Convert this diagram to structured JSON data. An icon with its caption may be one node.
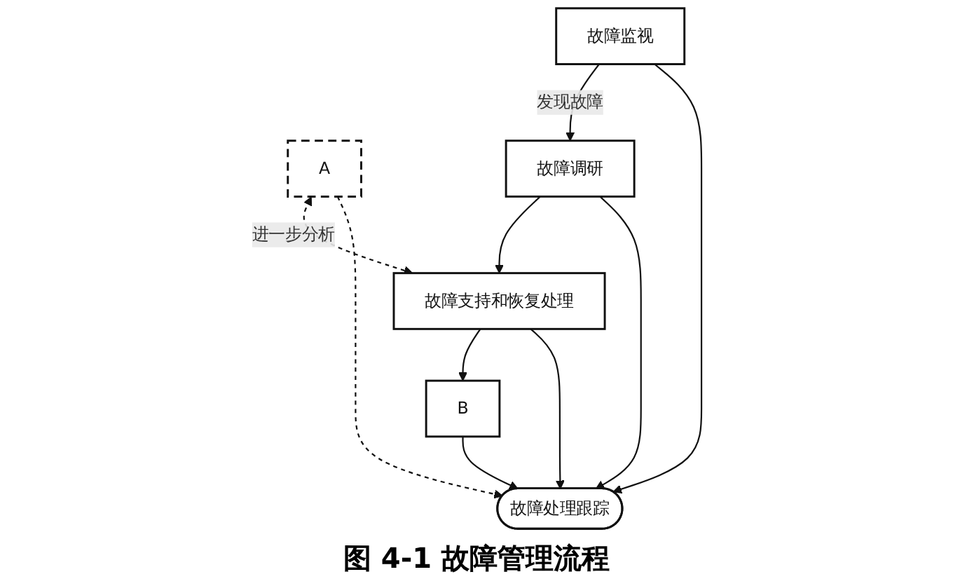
{
  "diagram": {
    "caption": "图 4-1 故障管理流程",
    "nodes": [
      {
        "text": [
          "故障处理跟踪"
        ]
      },
      {
        "text": [
          "故障监视"
        ]
      },
      {
        "text": [
          "A"
        ]
      },
      {
        "text": [
          "故障调研"
        ]
      },
      {
        "text": [
          "故障支持和恢复处理"
        ]
      },
      {
        "text": [
          "B"
        ]
      }
    ],
    "edges": [
      {
        "from": 3,
        "to": 0,
        "arrow": "to"
      },
      {
        "from": 1,
        "to": 0,
        "arrow": "to"
      },
      {
        "from": 2,
        "to": 0,
        "arrow": "to",
        "style": "dashed"
      },
      {
        "from": 1,
        "to": 3,
        "arrow": "to",
        "label": "发现故障"
      },
      {
        "from": 2,
        "to": 4,
        "arrow": "both",
        "style": "dashed",
        "label": "进一步分析"
      },
      {
        "from": 3,
        "to": 4,
        "arrow": "to"
      },
      {
        "from": 4,
        "to": 0,
        "arrow": "to"
      },
      {
        "from": 4,
        "to": 5,
        "arrow": "to"
      },
      {
        "from": 5,
        "to": 0,
        "arrow": "to"
      }
    ]
  }
}
